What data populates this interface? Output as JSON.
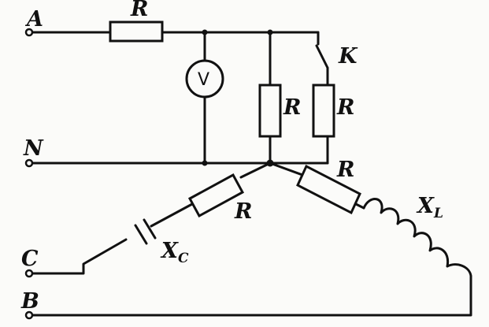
{
  "labels": {
    "node_a": "A",
    "node_n": "N",
    "node_c": "C",
    "node_b": "B",
    "r_top": "R",
    "r_middle": "R",
    "r_switch_branch": "R",
    "r_c_phase": "R",
    "r_b_phase": "R",
    "switch": "K",
    "voltmeter": "V",
    "capacitor_main": "X",
    "capacitor_sub": "C",
    "inductor_main": "X",
    "inductor_sub": "L"
  }
}
